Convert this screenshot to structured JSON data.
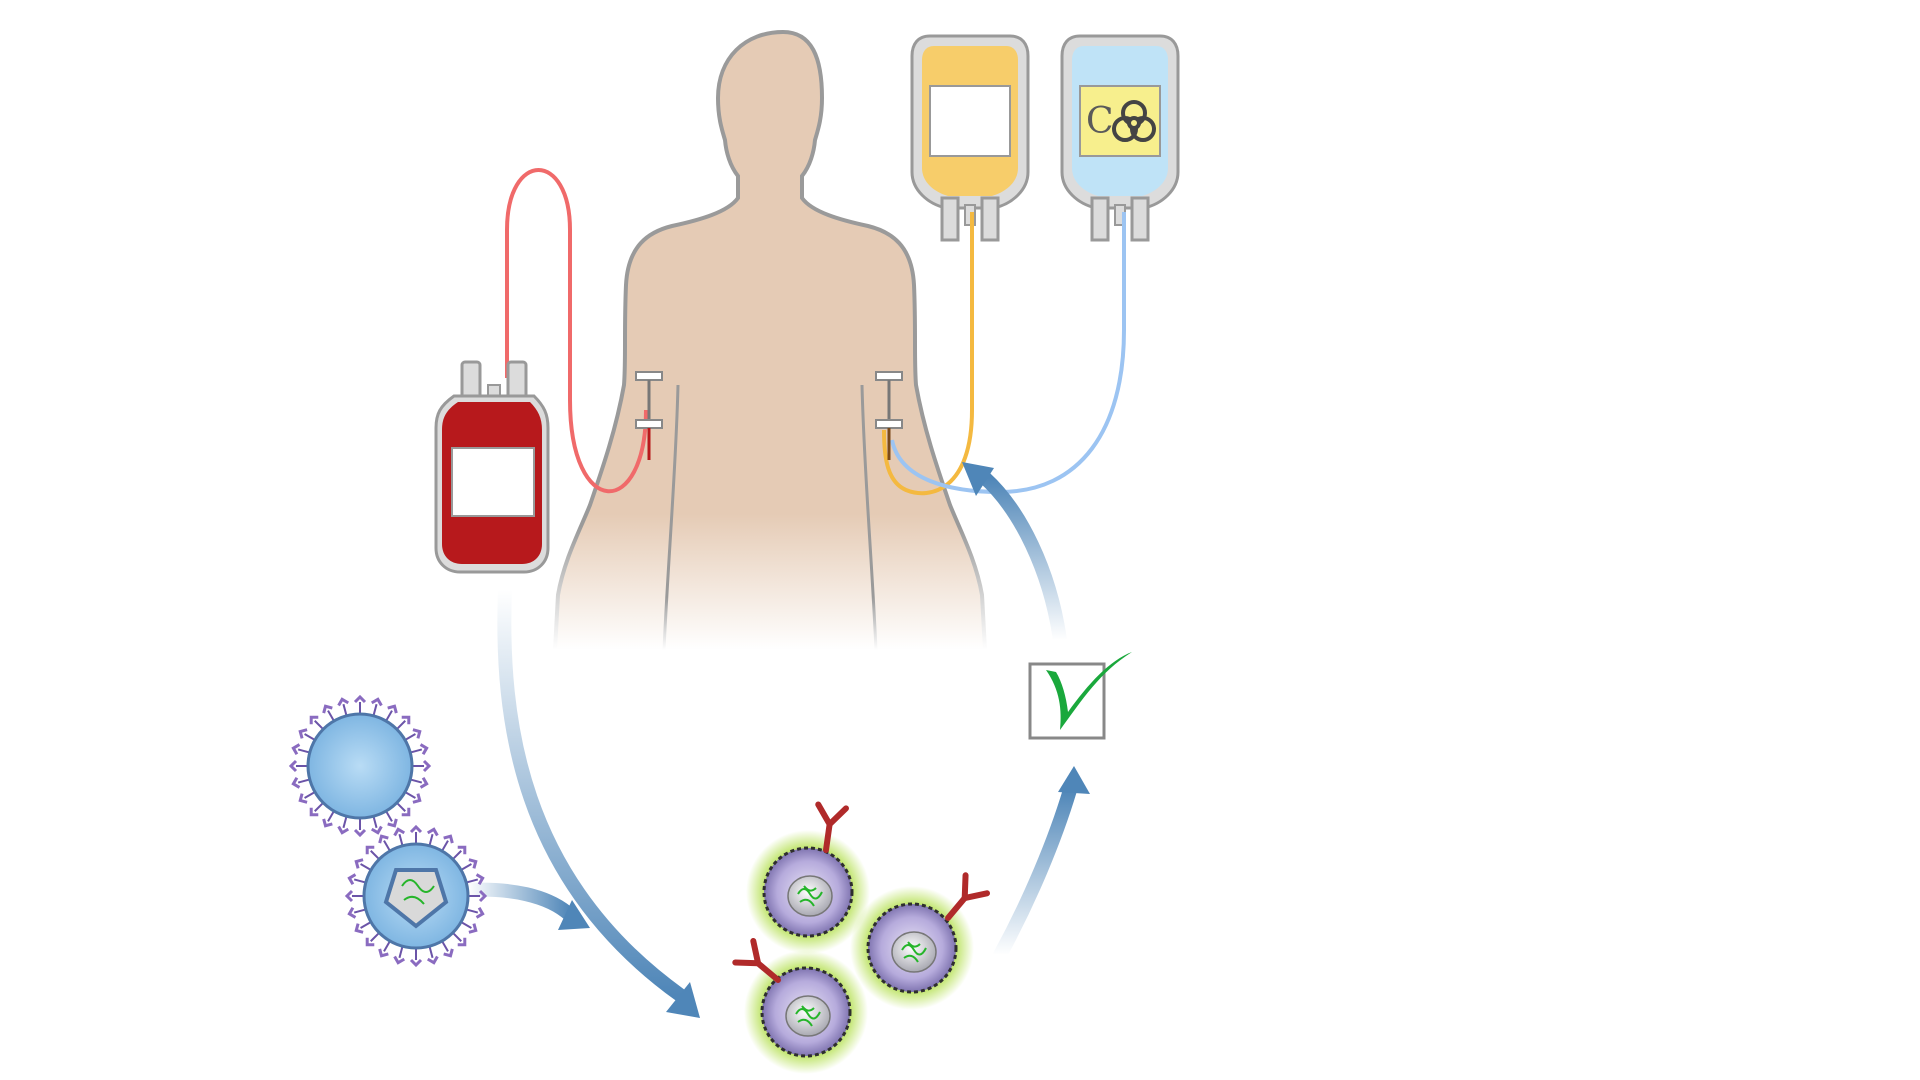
{
  "diagram": {
    "colors": {
      "background": "#ffffff",
      "body_skin": "#e5cbb5",
      "body_outline": "#9a9a9a",
      "blood_red": "#b7191c",
      "blood_line": "#f06a6a",
      "yellow_bag": "#f7cd6a",
      "blue_bag": "#bfe3f7",
      "biohazard_label": "#f7ef8d",
      "arrow_blue": "#4f86b8",
      "check_green": "#1aa83c",
      "cell_glow": "#9ed61d",
      "virus_blue": "#8fc3ea",
      "spike_purple": "#8a6bc0",
      "antibody_red": "#b02a2a"
    },
    "elements": {
      "patient": "human-silhouette",
      "blood_bag": "blood-collection-bag",
      "infusion_bag_1": "conditioning-drug-bag",
      "infusion_bag_2": "biohazard-modified-cells-bag",
      "virus_1": "lentivirus-particle",
      "virus_2": "lentivirus-particle-with-genome",
      "engineered_cells": "car-t-cells",
      "approval": "check-box-icon"
    },
    "biohazard_label_text": "C"
  }
}
